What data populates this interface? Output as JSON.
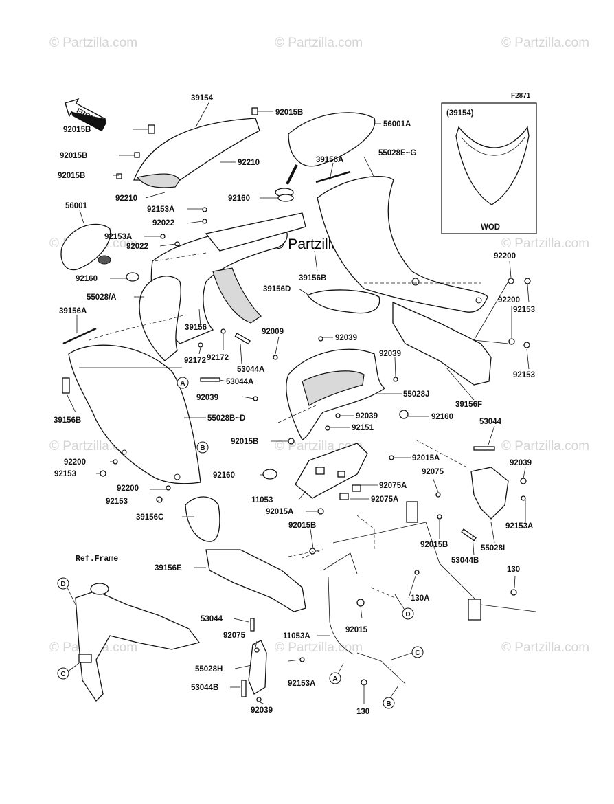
{
  "figure_code": "F2871",
  "watermark": "© Partzilla.com",
  "front_label": "FRONT",
  "inset": {
    "part_ref": "(39154)",
    "caption": "WOD"
  },
  "ref_frame_label": "Ref.Frame",
  "callouts": [
    "A",
    "B",
    "C",
    "D"
  ],
  "part_labels": {
    "p39154": "39154",
    "p92015B_a": "92015B",
    "p92015B_b": "92015B",
    "p92015B_c": "92015B",
    "p92015B_d": "92015B",
    "p92015B_e": "92015B",
    "p92015B_f": "92015B",
    "p92015B_g": "92015B",
    "p92210_a": "92210",
    "p92210_b": "92210",
    "p56001A": "56001A",
    "p56001": "56001",
    "p55028EG": "55028E~G",
    "p39156A_a": "39156A",
    "p39156A_b": "39156A",
    "p92160_a": "92160",
    "p92160_b": "92160",
    "p92160_c": "92160",
    "p92160_d": "92160",
    "p92153A_a": "92153A",
    "p92153A_b": "92153A",
    "p92153A_c": "92153A",
    "p92153A_d": "92153A",
    "p92022_a": "92022",
    "p92022_b": "92022",
    "p55028A": "55028/A",
    "p39156B_a": "39156B",
    "p39156B_b": "39156B",
    "p39156D": "39156D",
    "p39156": "39156",
    "p92200_a": "92200",
    "p92200_b": "92200",
    "p92200_c": "92200",
    "p92200_d": "92200",
    "p92153_a": "92153",
    "p92153_b": "92153",
    "p92153_c": "92153",
    "p92153_d": "92153",
    "p92172_a": "92172",
    "p92172_b": "92172",
    "p53044A_a": "53044A",
    "p53044A_b": "53044A",
    "p92009": "92009",
    "p92039_a": "92039",
    "p92039_b": "92039",
    "p92039_c": "92039",
    "p92039_d": "92039",
    "p92039_e": "92039",
    "p92039_f": "92039",
    "p55028J": "55028J",
    "p39156F": "39156F",
    "p55028BD": "55028B~D",
    "p92151": "92151",
    "p53044_a": "53044",
    "p53044_b": "53044",
    "p92015A_a": "92015A",
    "p92015A_b": "92015A",
    "p92075_a": "92075",
    "p92075_b": "92075",
    "p92075A_a": "92075A",
    "p92075A_b": "92075A",
    "p11053": "11053",
    "p11053A": "11053A",
    "p39156C": "39156C",
    "p39156E": "39156E",
    "p55028I": "55028I",
    "p53044B_a": "53044B",
    "p53044B_b": "53044B",
    "p130_a": "130",
    "p130_b": "130",
    "p130A": "130A",
    "p92015": "92015",
    "p55028H": "55028H"
  }
}
